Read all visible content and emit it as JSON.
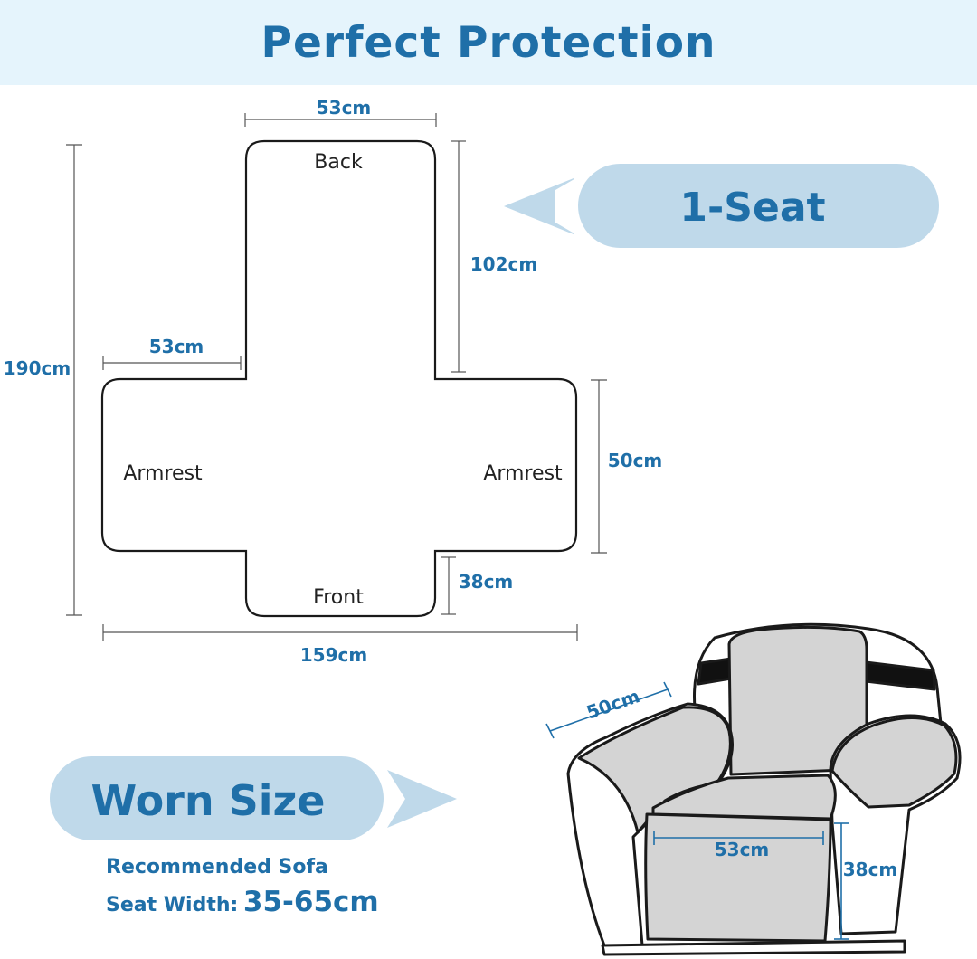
{
  "header": {
    "title": "Perfect Protection"
  },
  "pattern": {
    "labels": {
      "back": "Back",
      "armrest_left": "Armrest",
      "armrest_right": "Armrest",
      "front": "Front"
    },
    "dimensions": {
      "back_width": "53cm",
      "back_length": "102cm",
      "total_length": "190cm",
      "armrest_width": "53cm",
      "armrest_depth": "50cm",
      "front_length": "38cm",
      "total_width": "159cm"
    }
  },
  "badges": {
    "size_label": "1-Seat",
    "worn_label": "Worn Size"
  },
  "recommendation": {
    "line1": "Recommended Sofa",
    "line2_label": "Seat Width:",
    "line2_value": "35-65cm"
  },
  "chair": {
    "dimensions": {
      "arm_width": "50cm",
      "seat_width": "53cm",
      "front_drop": "38cm"
    }
  },
  "colors": {
    "accent": "#1f6fa8",
    "header_bg": "#e5f4fc",
    "pill_bg": "#bfd9ea",
    "cover_gray": "#d4d4d4",
    "outline": "#1a1a1a"
  }
}
